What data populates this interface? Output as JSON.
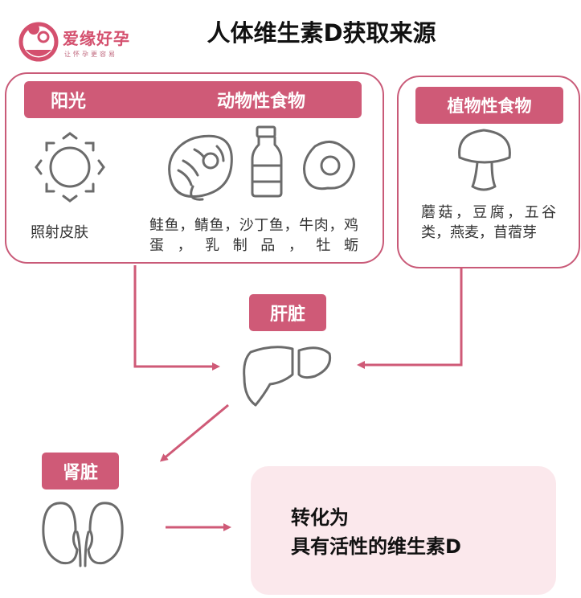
{
  "title": "人体维生素D获取来源",
  "logo": {
    "name": "爱缘好孕",
    "slogan": "让怀孕更容易"
  },
  "sources": {
    "sun": {
      "header": "阳光",
      "items": "照射皮肤",
      "icon": "sun-icon"
    },
    "animal": {
      "header": "动物性食物",
      "items": "鲑鱼，鲭鱼，沙丁鱼，牛肉，鸡蛋，乳制品，牡蛎",
      "icons": [
        "salmon-steak-icon",
        "milk-bottle-icon",
        "fried-egg-icon"
      ]
    },
    "plant": {
      "header": "植物性食物",
      "items": "蘑菇，豆腐，五谷类，燕麦，苜蓿芽",
      "icon": "mushroom-icon"
    }
  },
  "organs": {
    "liver": {
      "label": "肝脏",
      "icon": "liver-icon"
    },
    "kidney": {
      "label": "肾脏",
      "icon": "kidney-icon"
    }
  },
  "result": {
    "line1": "转化为",
    "line2": "具有活性的维生素D"
  },
  "colors": {
    "accent": "#cf5a77",
    "border": "#c95a78",
    "icon": "#6b6b6b",
    "result_bg": "#fbe8ec"
  }
}
